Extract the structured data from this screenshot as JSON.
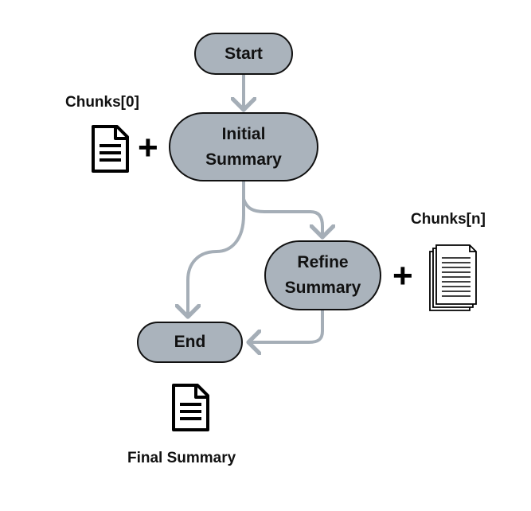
{
  "nodes": {
    "start": "Start",
    "initial_summary": "Initial Summary",
    "refine_summary": "Refine Summary",
    "end": "End"
  },
  "labels": {
    "chunks_first": "Chunks[0]",
    "chunks_n": "Chunks[n]",
    "final_summary": "Final Summary"
  },
  "operators": {
    "plus": "+"
  },
  "colors": {
    "node_fill": "#aab3bc",
    "node_border": "#111111",
    "arrow": "#a5aeb7",
    "text": "#111111"
  },
  "icons": {
    "chunk_first": "document-icon",
    "chunk_n": "stacked-documents-icon",
    "final": "document-icon"
  }
}
